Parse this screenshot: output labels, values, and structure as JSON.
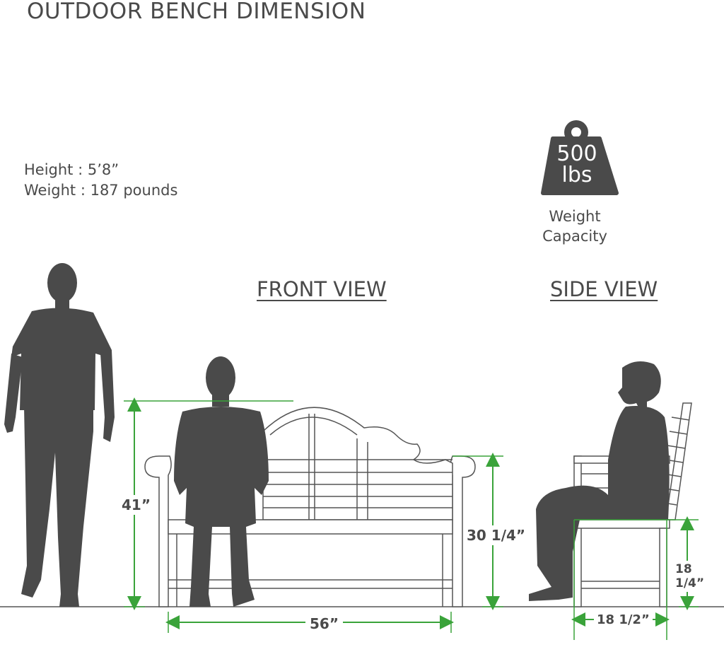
{
  "title": "OUTDOOR BENCH DIMENSION",
  "person": {
    "height_line": "Height  : 5’8”",
    "weight_line": "Weight : 187 pounds"
  },
  "capacity": {
    "badge_value": "500",
    "badge_unit": "lbs",
    "label_line1": "Weight",
    "label_line2": "Capacity"
  },
  "views": {
    "front": "FRONT VIEW",
    "side": "SIDE VIEW"
  },
  "dimensions": {
    "total_height": "41”",
    "arm_height": "30 1/4”",
    "width": "56”",
    "seat_height": "18 1/4”",
    "depth": "18 1/2”"
  },
  "colors": {
    "silhouette": "#4a4a4a",
    "dimension_line": "#3aa33a",
    "bench_outline": "#555555"
  },
  "icons": [
    "weight-icon",
    "standing-person-icon",
    "seated-person-icon",
    "bench-front-icon",
    "bench-side-icon"
  ]
}
